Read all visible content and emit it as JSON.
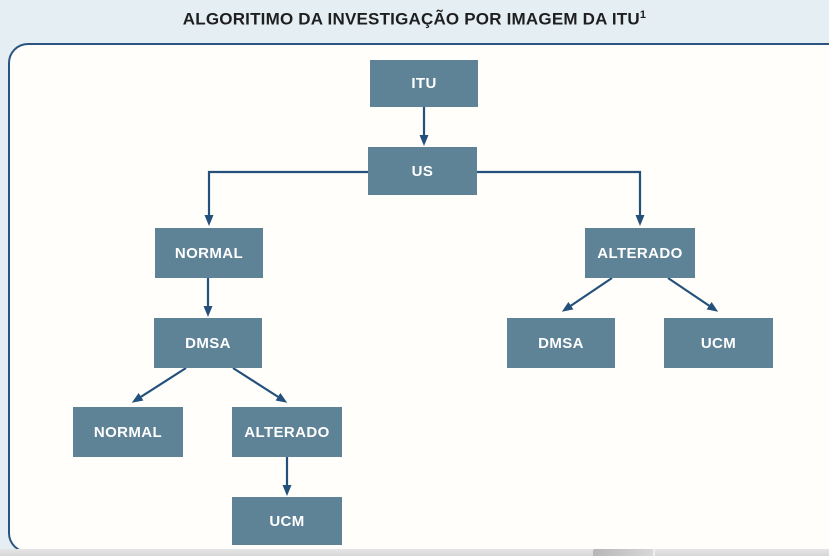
{
  "title": {
    "text": "ALGORITIMO DA INVESTIGAÇÃO POR IMAGEM DA ITU",
    "superscript": "1"
  },
  "colors": {
    "background": "#e4eef3",
    "panel": "#fffefa",
    "panel_border": "#2b5580",
    "node_fill": "#5e8296",
    "node_text": "#ffffff",
    "arrow": "#24507c",
    "title_text": "#1f1f1f",
    "footer_strip": "#d6d6d6"
  },
  "chart_data": {
    "type": "flowchart",
    "title": "ALGORITIMO DA INVESTIGAÇÃO POR IMAGEM DA ITU¹",
    "nodes": {
      "itu": "ITU",
      "us": "US",
      "us_normal": "NORMAL",
      "us_alterado": "ALTERADO",
      "normal_dmsa": "DMSA",
      "alterado_dmsa": "DMSA",
      "alterado_ucm": "UCM",
      "dmsa_normal": "NORMAL",
      "dmsa_alterado": "ALTERADO",
      "dmsa_alterado_ucm": "UCM"
    },
    "edges": [
      {
        "from": "itu",
        "to": "us"
      },
      {
        "from": "us",
        "to": "us_normal"
      },
      {
        "from": "us",
        "to": "us_alterado"
      },
      {
        "from": "us_normal",
        "to": "normal_dmsa"
      },
      {
        "from": "normal_dmsa",
        "to": "dmsa_normal"
      },
      {
        "from": "normal_dmsa",
        "to": "dmsa_alterado"
      },
      {
        "from": "dmsa_alterado",
        "to": "dmsa_alterado_ucm"
      },
      {
        "from": "us_alterado",
        "to": "alterado_dmsa"
      },
      {
        "from": "us_alterado",
        "to": "alterado_ucm"
      }
    ]
  },
  "nodes": {
    "itu": "ITU",
    "us": "US",
    "us_normal": "NORMAL",
    "us_alterado": "ALTERADO",
    "normal_dmsa": "DMSA",
    "alterado_dmsa": "DMSA",
    "alterado_ucm": "UCM",
    "dmsa_normal": "NORMAL",
    "dmsa_alterado": "ALTERADO",
    "dmsa_alterado_ucm": "UCM"
  }
}
